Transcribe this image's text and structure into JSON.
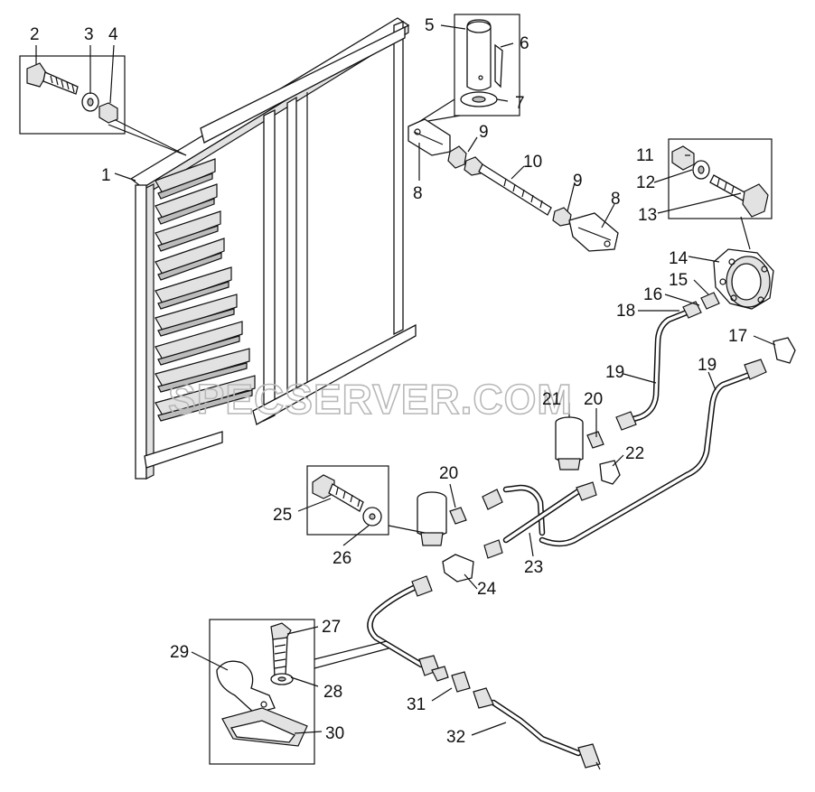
{
  "watermark": "SPECSERVER.COM",
  "callouts": [
    {
      "id": "c1",
      "text": "1"
    },
    {
      "id": "c2",
      "text": "2"
    },
    {
      "id": "c3",
      "text": "3"
    },
    {
      "id": "c4",
      "text": "4"
    },
    {
      "id": "c5",
      "text": "5"
    },
    {
      "id": "c6",
      "text": "6"
    },
    {
      "id": "c7",
      "text": "7"
    },
    {
      "id": "c8a",
      "text": "8"
    },
    {
      "id": "c8b",
      "text": "8"
    },
    {
      "id": "c9a",
      "text": "9"
    },
    {
      "id": "c9b",
      "text": "9"
    },
    {
      "id": "c10",
      "text": "10"
    },
    {
      "id": "c11",
      "text": "11"
    },
    {
      "id": "c12",
      "text": "12"
    },
    {
      "id": "c13",
      "text": "13"
    },
    {
      "id": "c14",
      "text": "14"
    },
    {
      "id": "c15",
      "text": "15"
    },
    {
      "id": "c16",
      "text": "16"
    },
    {
      "id": "c17",
      "text": "17"
    },
    {
      "id": "c18",
      "text": "18"
    },
    {
      "id": "c19a",
      "text": "19"
    },
    {
      "id": "c19b",
      "text": "19"
    },
    {
      "id": "c20a",
      "text": "20"
    },
    {
      "id": "c20b",
      "text": "20"
    },
    {
      "id": "c21",
      "text": "21"
    },
    {
      "id": "c22",
      "text": "22"
    },
    {
      "id": "c23",
      "text": "23"
    },
    {
      "id": "c24",
      "text": "24"
    },
    {
      "id": "c25",
      "text": "25"
    },
    {
      "id": "c26",
      "text": "26"
    },
    {
      "id": "c27",
      "text": "27"
    },
    {
      "id": "c28",
      "text": "28"
    },
    {
      "id": "c29",
      "text": "29"
    },
    {
      "id": "c30",
      "text": "30"
    },
    {
      "id": "c31",
      "text": "31"
    },
    {
      "id": "c32",
      "text": "32"
    }
  ]
}
